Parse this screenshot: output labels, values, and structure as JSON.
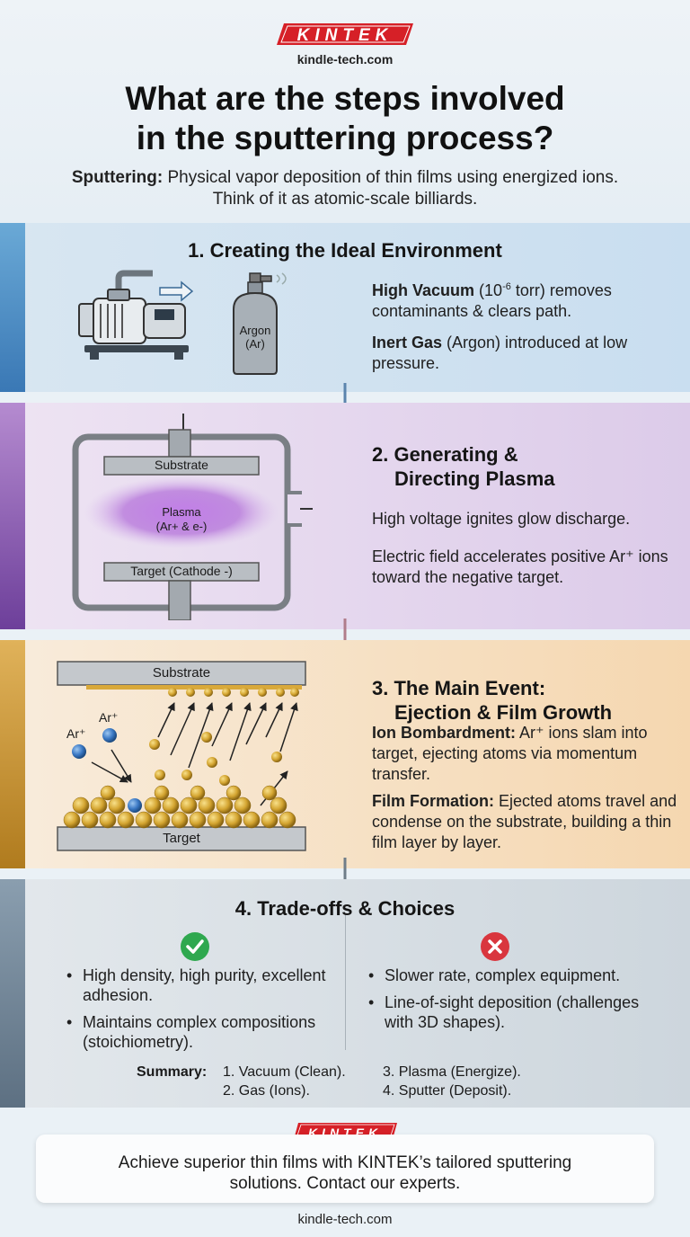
{
  "header": {
    "brand": "KINTEK",
    "site": "kindle-tech.com",
    "title_line1": "What are the steps involved",
    "title_line2": "in the sputtering process?",
    "subtitle_bold": "Sputtering:",
    "subtitle_rest": " Physical vapor deposition of thin films using energized ions. Think of it as atomic-scale billiards."
  },
  "step1": {
    "title": "1. Creating the Ideal Environment",
    "cylinder_label_1": "Argon",
    "cylinder_label_2": "(Ar)",
    "p1_bold": "High Vacuum",
    "p1_mid": " (10",
    "p1_sup": "-6",
    "p1_rest": " torr) removes contaminants & clears path.",
    "p2_bold": "Inert Gas",
    "p2_rest": " (Argon) introduced at low pressure."
  },
  "step2": {
    "title_line1": "2. Generating &",
    "title_line2": "Directing Plasma",
    "substrate_label": "Substrate",
    "plasma_label_1": "Plasma",
    "plasma_label_2": "(Ar+ & e-)",
    "target_label": "Target (Cathode -)",
    "p1": "High voltage ignites glow discharge.",
    "p2": "Electric field accelerates positive Ar⁺ ions toward the negative target."
  },
  "step3": {
    "title_line1": "3. The Main Event:",
    "title_line2": "Ejection & Film Growth",
    "substrate_label": "Substrate",
    "target_label": "Target",
    "ion_label_1": "Ar⁺",
    "ion_label_2": "Ar⁺",
    "p1_bold": "Ion Bombardment:",
    "p1_rest": " Ar⁺ ions slam into target, ejecting atoms via momentum transfer.",
    "p2_bold": "Film Formation:",
    "p2_rest": " Ejected atoms travel and condense on the substrate, building a thin film layer by layer."
  },
  "step4": {
    "title": "4. Trade-offs & Choices",
    "pros": [
      "High density, high purity, excellent adhesion.",
      "Maintains complex compositions (stoichiometry)."
    ],
    "cons": [
      "Slower rate, complex equipment.",
      "Line-of-sight deposition (challenges with 3D shapes)."
    ],
    "summary_label": "Summary:",
    "summary_1": "1. Vacuum (Clean).",
    "summary_2": "2. Gas (Ions).",
    "summary_3": "3. Plasma (Energize).",
    "summary_4": "4. Sputter (Deposit)."
  },
  "footer": {
    "brand": "KINTEK",
    "cta": "Achieve superior thin films with KINTEK’s tailored sputtering solutions. Contact our experts.",
    "site": "kindle-tech.com"
  },
  "colors": {
    "brand_red": "#d62027",
    "step1_accent": "#3a78b5",
    "step2_accent": "#6d3f9a",
    "step3_accent": "#b07b1e",
    "step4_accent": "#5d7082",
    "check_green": "#2fa84f",
    "cross_red": "#d9363e"
  }
}
